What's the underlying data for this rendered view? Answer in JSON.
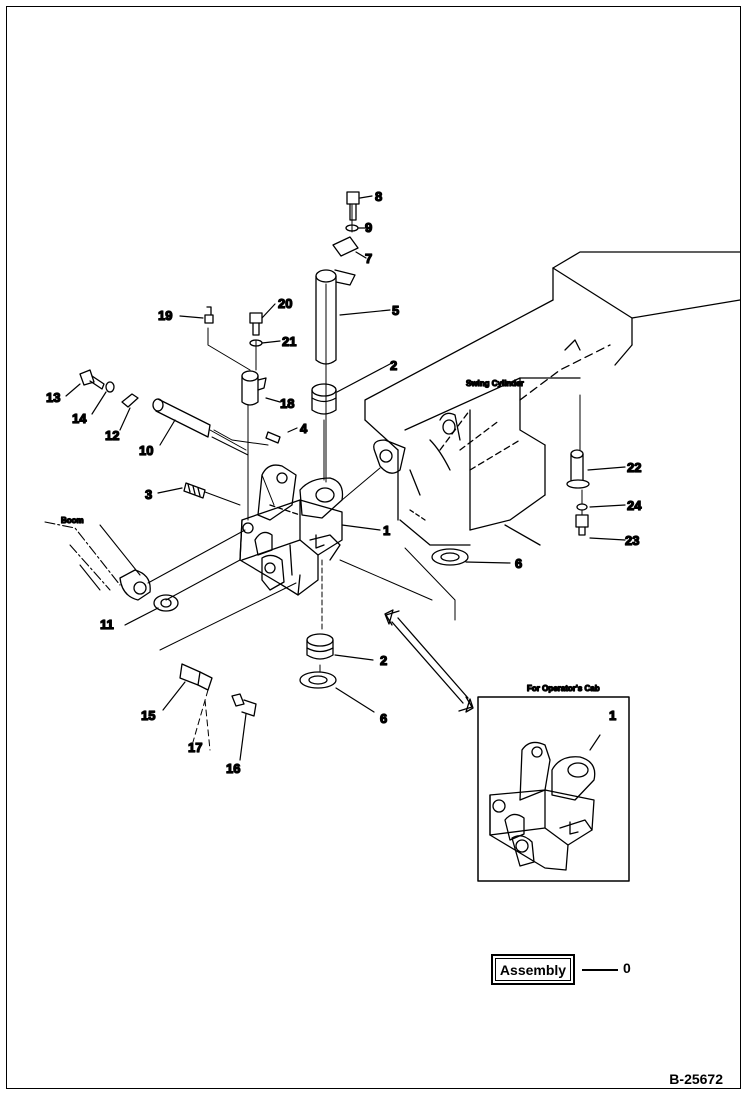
{
  "labels": {
    "swing_cylinder": "Swing Cylinder",
    "boom": "Boom",
    "for_operators_cab": "For Operator's Cab"
  },
  "assembly": {
    "label": "Assembly",
    "number": "0"
  },
  "drawing_id": "B-25672",
  "parts": [
    {
      "id": "p1",
      "num": "1"
    },
    {
      "id": "p2a",
      "num": "2"
    },
    {
      "id": "p2b",
      "num": "2"
    },
    {
      "id": "p3",
      "num": "3"
    },
    {
      "id": "p4",
      "num": "4"
    },
    {
      "id": "p5",
      "num": "5"
    },
    {
      "id": "p6a",
      "num": "6"
    },
    {
      "id": "p6b",
      "num": "6"
    },
    {
      "id": "p7",
      "num": "7"
    },
    {
      "id": "p8",
      "num": "8"
    },
    {
      "id": "p9",
      "num": "9"
    },
    {
      "id": "p10",
      "num": "10"
    },
    {
      "id": "p11",
      "num": "11"
    },
    {
      "id": "p12",
      "num": "12"
    },
    {
      "id": "p13",
      "num": "13"
    },
    {
      "id": "p14",
      "num": "14"
    },
    {
      "id": "p15",
      "num": "15"
    },
    {
      "id": "p16",
      "num": "16"
    },
    {
      "id": "p17",
      "num": "17"
    },
    {
      "id": "p18",
      "num": "18"
    },
    {
      "id": "p19",
      "num": "19"
    },
    {
      "id": "p20",
      "num": "20"
    },
    {
      "id": "p21",
      "num": "21"
    },
    {
      "id": "p22",
      "num": "22"
    },
    {
      "id": "p23",
      "num": "23"
    },
    {
      "id": "p24",
      "num": "24"
    },
    {
      "id": "p1cab",
      "num": "1"
    }
  ]
}
